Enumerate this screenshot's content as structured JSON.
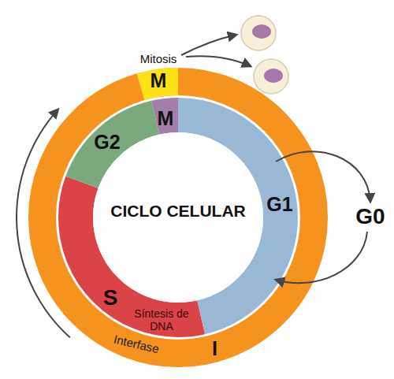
{
  "diagram": {
    "nodes": [
      {
        "text": [
          "Mitosis",
          "M"
        ]
      },
      {
        "text": [
          "M"
        ]
      },
      {
        "text": [
          "G2"
        ]
      },
      {
        "text": [
          "G1"
        ]
      },
      {
        "text": [
          "G0"
        ]
      },
      {
        "text": [
          "S",
          "Síntesis de DNA"
        ]
      },
      {
        "text": [
          "Interfase",
          "I"
        ]
      }
    ],
    "edges": [
      {
        "from": 3,
        "to": 4,
        "arrow": "to"
      },
      {
        "from": 4,
        "to": 3,
        "arrow": "to"
      }
    ],
    "labels": [
      "CICLO CELULAR"
    ]
  }
}
